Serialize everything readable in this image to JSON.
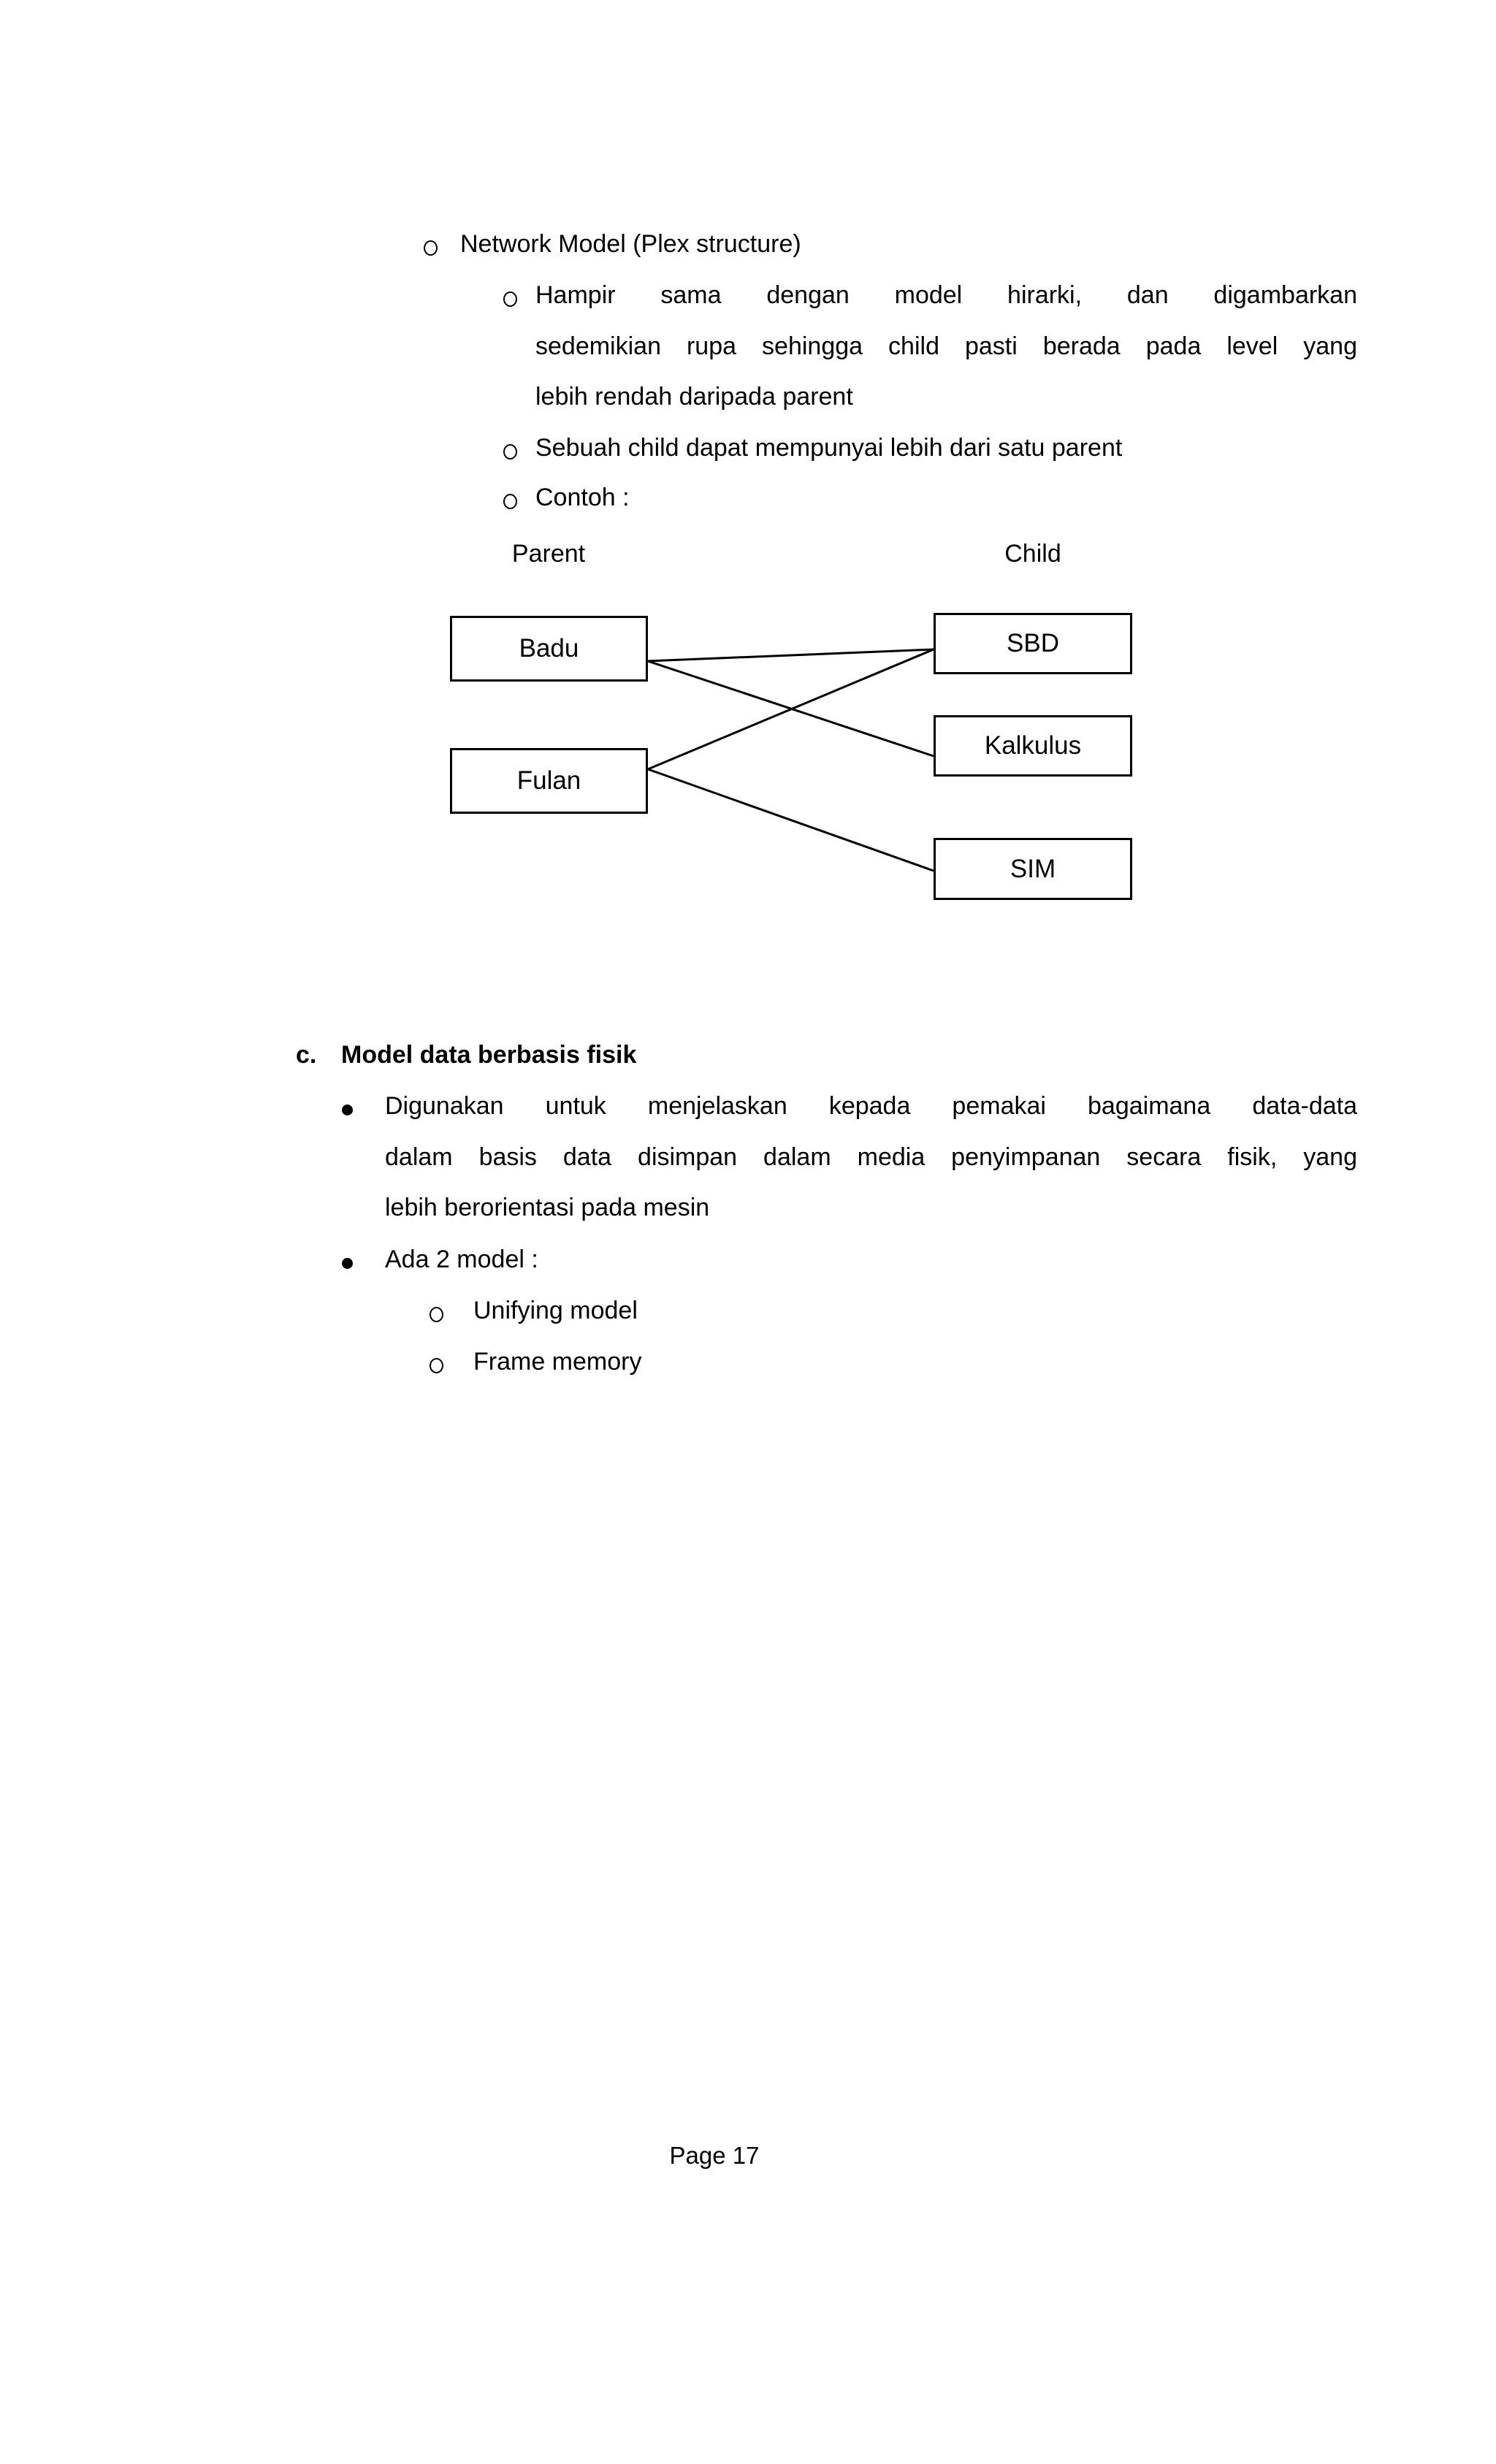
{
  "page": {
    "background_color": "#ffffff",
    "text_color": "#000000",
    "footer": "Page 17"
  },
  "network_section": {
    "bullet_style": "circle-outline",
    "title": "Network Model (Plex structure)",
    "items": [
      {
        "lines": [
          "Hampir sama dengan model hirarki, dan digambarkan",
          "sedemikian rupa sehingga child pasti berada pada level yang",
          "lebih rendah daripada parent"
        ]
      },
      {
        "lines": [
          "Sebuah child dapat mempunyai lebih dari satu parent"
        ]
      },
      {
        "lines": [
          "Contoh :"
        ]
      }
    ]
  },
  "diagram": {
    "column_labels": {
      "parent": "Parent",
      "child": "Child"
    },
    "parent_nodes": [
      "Badu",
      "Fulan"
    ],
    "child_nodes": [
      "SBD",
      "Kalkulus",
      "SIM"
    ],
    "edges": [
      {
        "from": "Badu",
        "to": "SBD"
      },
      {
        "from": "Badu",
        "to": "Kalkulus"
      },
      {
        "from": "Fulan",
        "to": "SBD"
      },
      {
        "from": "Fulan",
        "to": "SIM"
      }
    ]
  },
  "section_c": {
    "label": "c.",
    "heading": "Model data berbasis fisik",
    "bullet_style": "disc",
    "bullets": [
      {
        "lines": [
          "Digunakan untuk menjelaskan kepada pemakai bagaimana data-data",
          "dalam basis data disimpan dalam media penyimpanan secara fisik, yang",
          "lebih berorientasi pada mesin"
        ]
      },
      {
        "lines": [
          "Ada 2 model :"
        ]
      }
    ],
    "sub_bullet_style": "circle-outline",
    "sub_items": [
      "Unifying model",
      "Frame memory"
    ]
  }
}
